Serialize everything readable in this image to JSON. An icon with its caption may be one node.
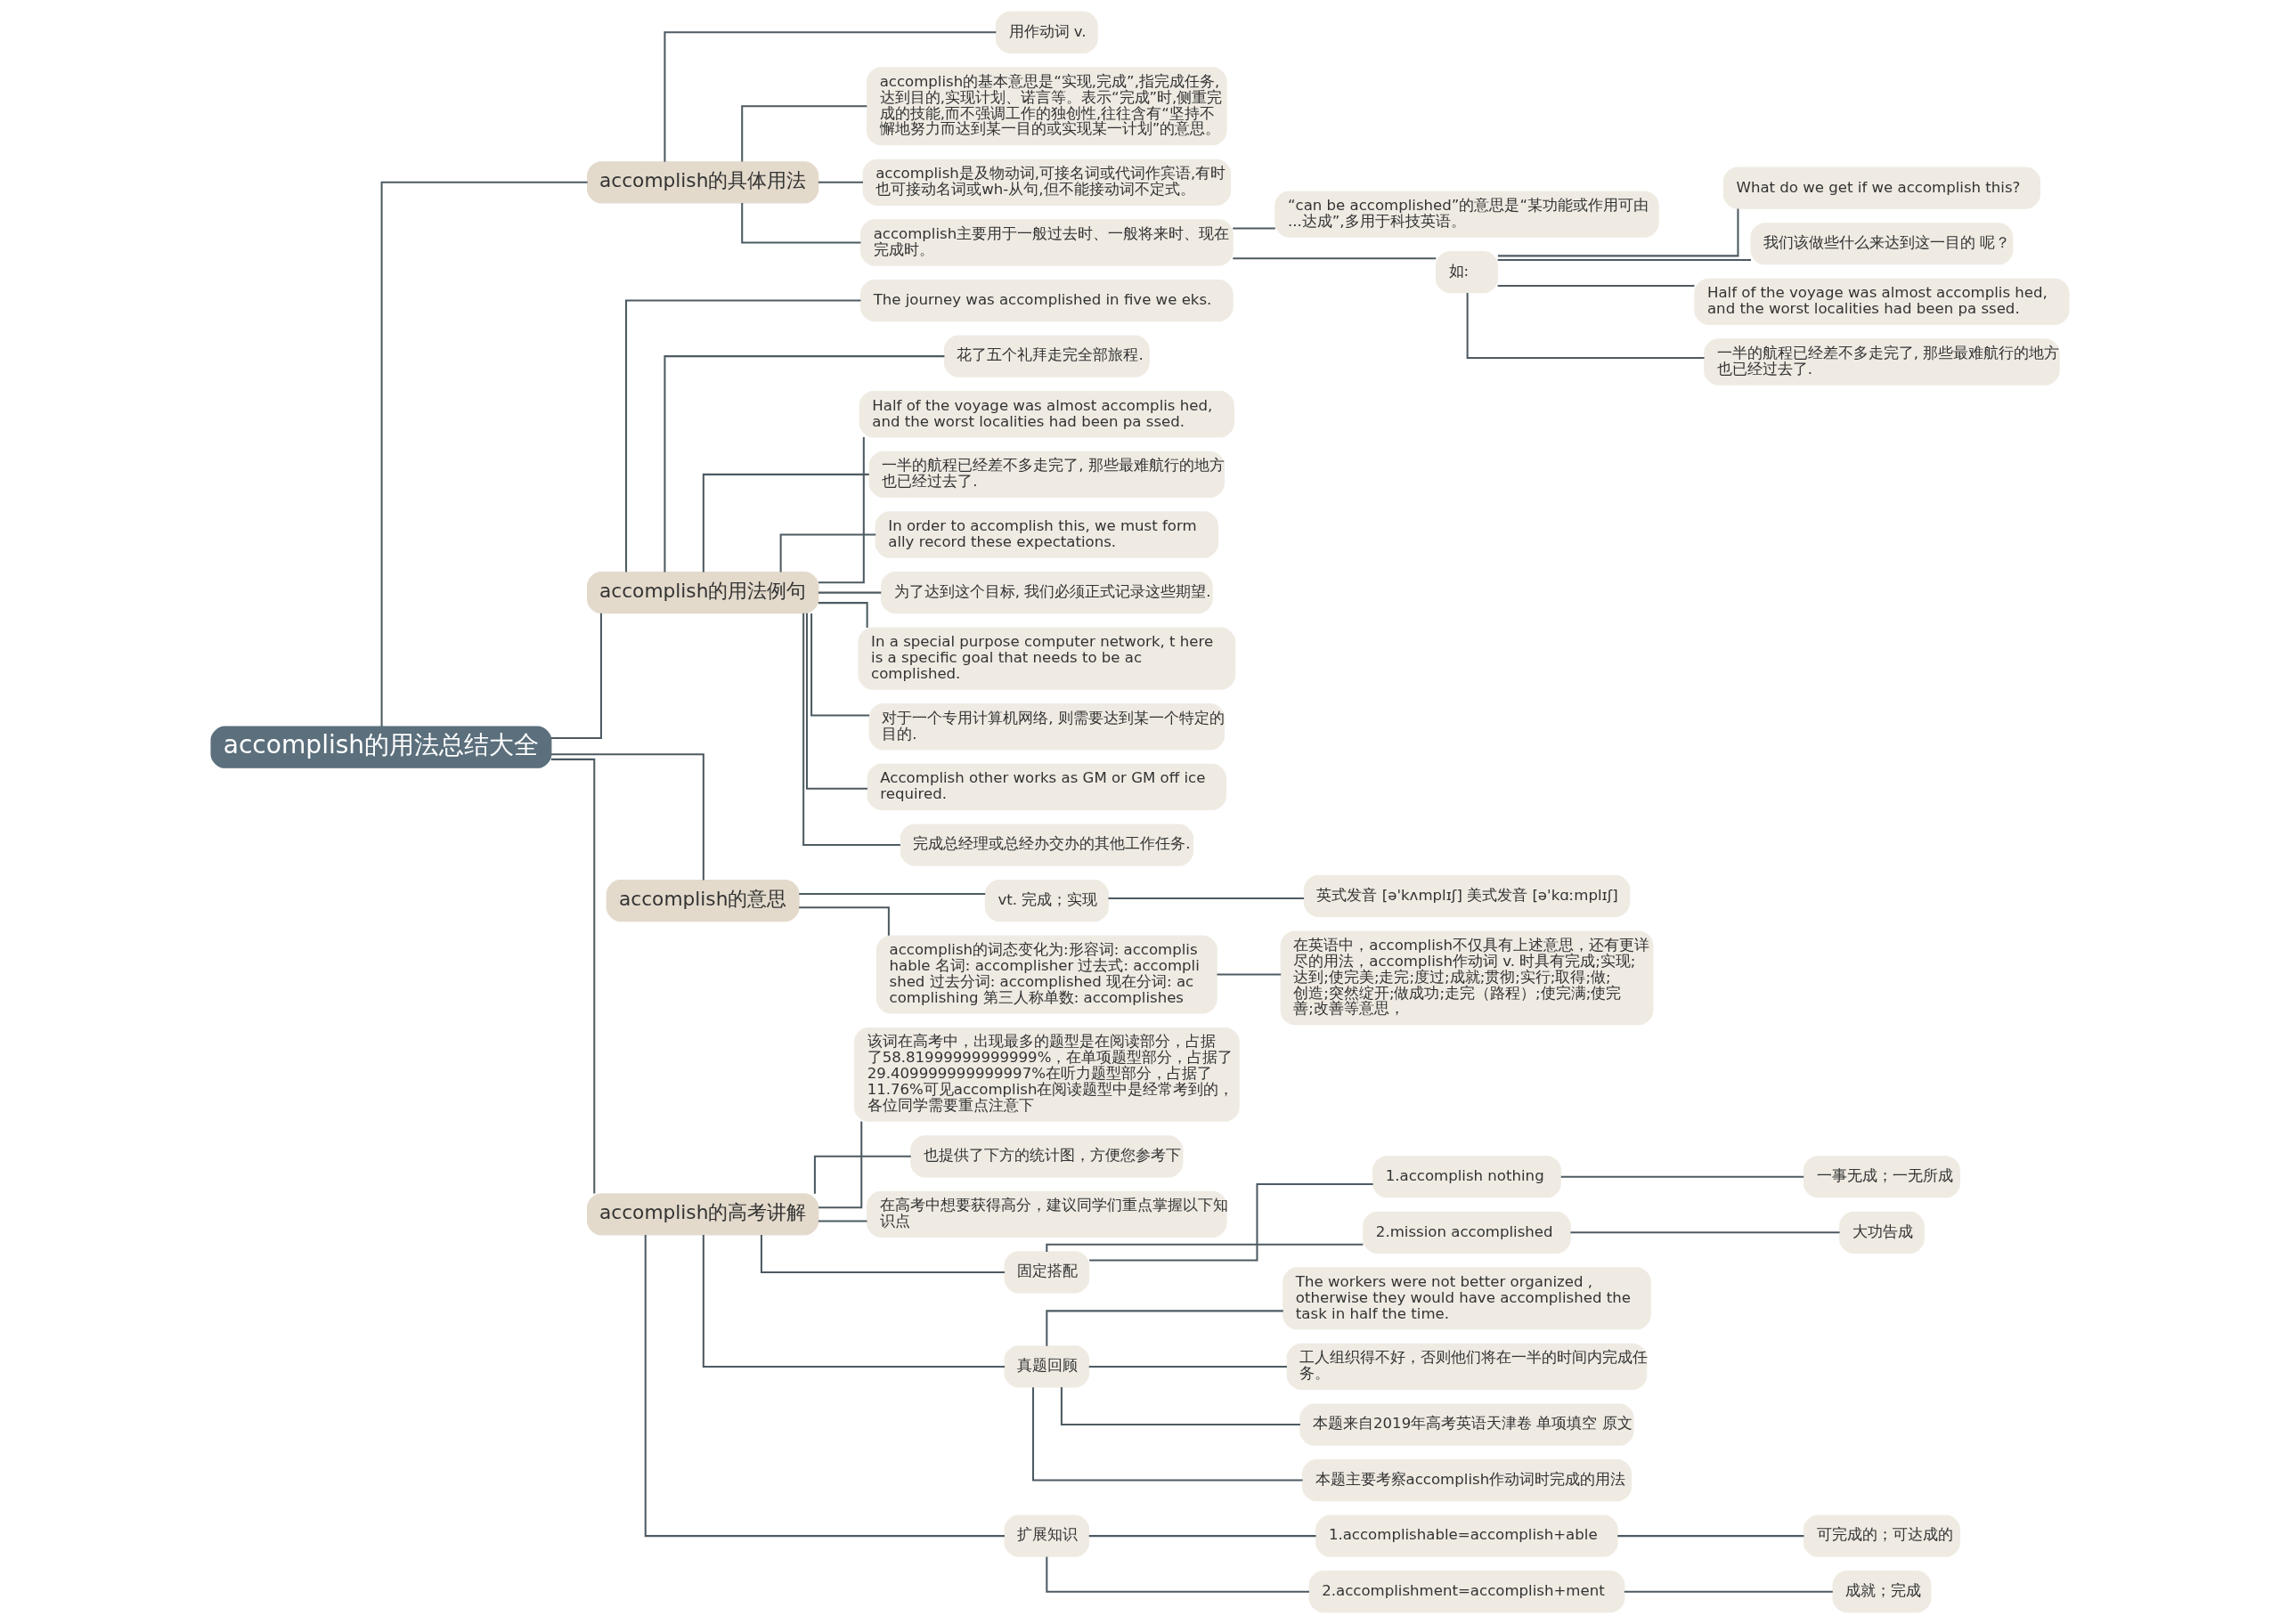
{
  "diagram": {
    "nodes": [
      {
        "text": [
          "accomplish的用法总结大全"
        ]
      },
      {
        "text": [
          "accomplish的具体用法"
        ]
      },
      {
        "text": [
          "用作动词 v."
        ]
      },
      {
        "text": [
          "accomplish的基本意思是“实现,完成”,指完成任务,达到目的,实现计划、诺言等。表示“完成”时,侧重完成的技能,而不强调工作的独创性,往往含有“坚持不懈地努力而达到某一目的或实现某一计划”的意思。"
        ]
      },
      {
        "text": [
          "accomplish是及物动词,可接名词或代词作宾语,有时也可接动名词或wh-从句,但不能接动词不定式。"
        ]
      },
      {
        "text": [
          "accomplish主要用于一般过去时、一般将来时、现在完成时。"
        ]
      },
      {
        "text": [
          "“can be accomplished”的意思是“某功能或作用可由...达成”,多用于科技英语。"
        ]
      },
      {
        "text": [
          "如:"
        ]
      },
      {
        "text": [
          "What do we get if we accomplish this?"
        ]
      },
      {
        "text": [
          "我们该做些什么来达到这一目的 呢？"
        ]
      },
      {
        "text": [
          "Half of the voyage was almost accomplis hed, and the worst localities had been pa ssed."
        ]
      },
      {
        "text": [
          "一半的航程已经差不多走完了, 那些最难航行的地方也已经过去了."
        ]
      },
      {
        "text": [
          "accomplish的用法例句"
        ]
      },
      {
        "text": [
          "The journey was accomplished in five we eks."
        ]
      },
      {
        "text": [
          "花了五个礼拜走完全部旅程."
        ]
      },
      {
        "text": [
          "Half of the voyage was almost accomplis hed, and the worst localities had been pa ssed."
        ]
      },
      {
        "text": [
          "一半的航程已经差不多走完了, 那些最难航行的地方也已经过去了."
        ]
      },
      {
        "text": [
          "In order to accomplish this, we must form ally record these expectations."
        ]
      },
      {
        "text": [
          "为了达到这个目标, 我们必须正式记录这些期望."
        ]
      },
      {
        "text": [
          "In a special purpose computer network, t here is a specific goal that needs to be ac complished."
        ]
      },
      {
        "text": [
          "对于一个专用计算机网络, 则需要达到某一个特定的目的."
        ]
      },
      {
        "text": [
          "Accomplish other works as GM or GM off ice required."
        ]
      },
      {
        "text": [
          "完成总经理或总经办交办的其他工作任务."
        ]
      },
      {
        "text": [
          "accomplish的意思"
        ]
      },
      {
        "text": [
          "vt. 完成；实现"
        ]
      },
      {
        "text": [
          "英式发音 [ə'kʌmplɪʃ] 美式发音 [ə'kɑːmplɪʃ]"
        ]
      },
      {
        "text": [
          "accomplish的词态变化为:形容词: accomplis hable 名词: accomplisher 过去式: accompli shed 过去分词: accomplished 现在分词: ac complishing 第三人称单数: accomplishes"
        ]
      },
      {
        "text": [
          "在英语中，accomplish不仅具有上述意思，还有更详尽的用法，accomplish作动词 v. 时具有完成;实现;达到;使完美;走完;度过;成就;贯彻;实行;取得;做;创造;突然绽开;做成功;走完（路程）;使完满;使完善;改善等意思，"
        ]
      },
      {
        "text": [
          "accomplish的高考讲解"
        ]
      },
      {
        "text": [
          "该词在高考中，出现最多的题型是在阅读部分，占据了58.81999999999999%，在单项题型部分，占据了29.409999999999997%在听力题型部分，占据了11.76%可见accomplish在阅读题型中是经常考到的，各位同学需要重点注意下"
        ]
      },
      {
        "text": [
          "也提供了下方的统计图，方便您参考下"
        ]
      },
      {
        "text": [
          "在高考中想要获得高分，建议同学们重点掌握以下知识点"
        ]
      },
      {
        "text": [
          "固定搭配"
        ]
      },
      {
        "text": [
          "1.accomplish nothing"
        ]
      },
      {
        "text": [
          "一事无成；一无所成"
        ]
      },
      {
        "text": [
          "2.mission accomplished"
        ]
      },
      {
        "text": [
          "大功告成"
        ]
      },
      {
        "text": [
          "真题回顾"
        ]
      },
      {
        "text": [
          "The workers were not better organized , otherwise they would have accomplished the task in half the time."
        ]
      },
      {
        "text": [
          "工人组织得不好，否则他们将在一半的时间内完成任务。"
        ]
      },
      {
        "text": [
          "本题来自2019年高考英语天津卷 单项填空 原文"
        ]
      },
      {
        "text": [
          "本题主要考察accomplish作动词时完成的用法"
        ]
      },
      {
        "text": [
          "扩展知识"
        ]
      },
      {
        "text": [
          "1.accomplishable=accomplish+able"
        ]
      },
      {
        "text": [
          "可完成的；可达成的"
        ]
      },
      {
        "text": [
          "2.accomplishment=accomplish+ment"
        ]
      },
      {
        "text": [
          "成就；完成"
        ]
      }
    ],
    "edges": [
      {
        "from": 0,
        "to": 1,
        "arrow": "none"
      },
      {
        "from": 1,
        "to": 2,
        "arrow": "none"
      },
      {
        "from": 1,
        "to": 3,
        "arrow": "none"
      },
      {
        "from": 1,
        "to": 4,
        "arrow": "none"
      },
      {
        "from": 1,
        "to": 5,
        "arrow": "none"
      },
      {
        "from": 5,
        "to": 6,
        "arrow": "none"
      },
      {
        "from": 5,
        "to": 7,
        "arrow": "none"
      },
      {
        "from": 7,
        "to": 8,
        "arrow": "none"
      },
      {
        "from": 7,
        "to": 9,
        "arrow": "none"
      },
      {
        "from": 7,
        "to": 10,
        "arrow": "none"
      },
      {
        "from": 7,
        "to": 11,
        "arrow": "none"
      },
      {
        "from": 0,
        "to": 12,
        "arrow": "none"
      },
      {
        "from": 12,
        "to": 13,
        "arrow": "none"
      },
      {
        "from": 12,
        "to": 14,
        "arrow": "none"
      },
      {
        "from": 12,
        "to": 15,
        "arrow": "none"
      },
      {
        "from": 12,
        "to": 16,
        "arrow": "none"
      },
      {
        "from": 12,
        "to": 17,
        "arrow": "none"
      },
      {
        "from": 12,
        "to": 18,
        "arrow": "none"
      },
      {
        "from": 12,
        "to": 19,
        "arrow": "none"
      },
      {
        "from": 12,
        "to": 20,
        "arrow": "none"
      },
      {
        "from": 12,
        "to": 21,
        "arrow": "none"
      },
      {
        "from": 12,
        "to": 22,
        "arrow": "none"
      },
      {
        "from": 0,
        "to": 23,
        "arrow": "none"
      },
      {
        "from": 23,
        "to": 24,
        "arrow": "none"
      },
      {
        "from": 24,
        "to": 25,
        "arrow": "none"
      },
      {
        "from": 23,
        "to": 26,
        "arrow": "none"
      },
      {
        "from": 26,
        "to": 27,
        "arrow": "none"
      },
      {
        "from": 0,
        "to": 28,
        "arrow": "none"
      },
      {
        "from": 28,
        "to": 29,
        "arrow": "none"
      },
      {
        "from": 28,
        "to": 30,
        "arrow": "none"
      },
      {
        "from": 28,
        "to": 31,
        "arrow": "none"
      },
      {
        "from": 28,
        "to": 32,
        "arrow": "none"
      },
      {
        "from": 32,
        "to": 33,
        "arrow": "none"
      },
      {
        "from": 33,
        "to": 34,
        "arrow": "none"
      },
      {
        "from": 32,
        "to": 35,
        "arrow": "none"
      },
      {
        "from": 35,
        "to": 36,
        "arrow": "none"
      },
      {
        "from": 28,
        "to": 37,
        "arrow": "none"
      },
      {
        "from": 37,
        "to": 38,
        "arrow": "none"
      },
      {
        "from": 37,
        "to": 39,
        "arrow": "none"
      },
      {
        "from": 37,
        "to": 40,
        "arrow": "none"
      },
      {
        "from": 37,
        "to": 41,
        "arrow": "none"
      },
      {
        "from": 28,
        "to": 42,
        "arrow": "none"
      },
      {
        "from": 42,
        "to": 43,
        "arrow": "none"
      },
      {
        "from": 43,
        "to": 44,
        "arrow": "none"
      },
      {
        "from": 42,
        "to": 45,
        "arrow": "none"
      },
      {
        "from": 45,
        "to": 46,
        "arrow": "none"
      }
    ]
  }
}
